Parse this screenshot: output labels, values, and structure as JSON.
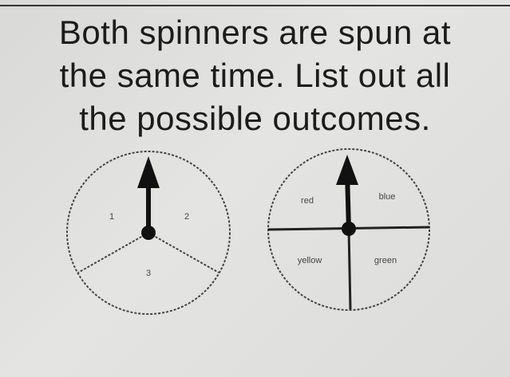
{
  "prompt": {
    "line1": "Both spinners are spun at",
    "line2": "the same time.  List out all",
    "line3": "the possible outcomes."
  },
  "spinner_a": {
    "sections": [
      "1",
      "2",
      "3"
    ]
  },
  "spinner_b": {
    "sections": [
      "red",
      "blue",
      "yellow",
      "green"
    ]
  },
  "colors": {
    "ink": "#1c1c1c",
    "paper": "#e0e0de"
  }
}
